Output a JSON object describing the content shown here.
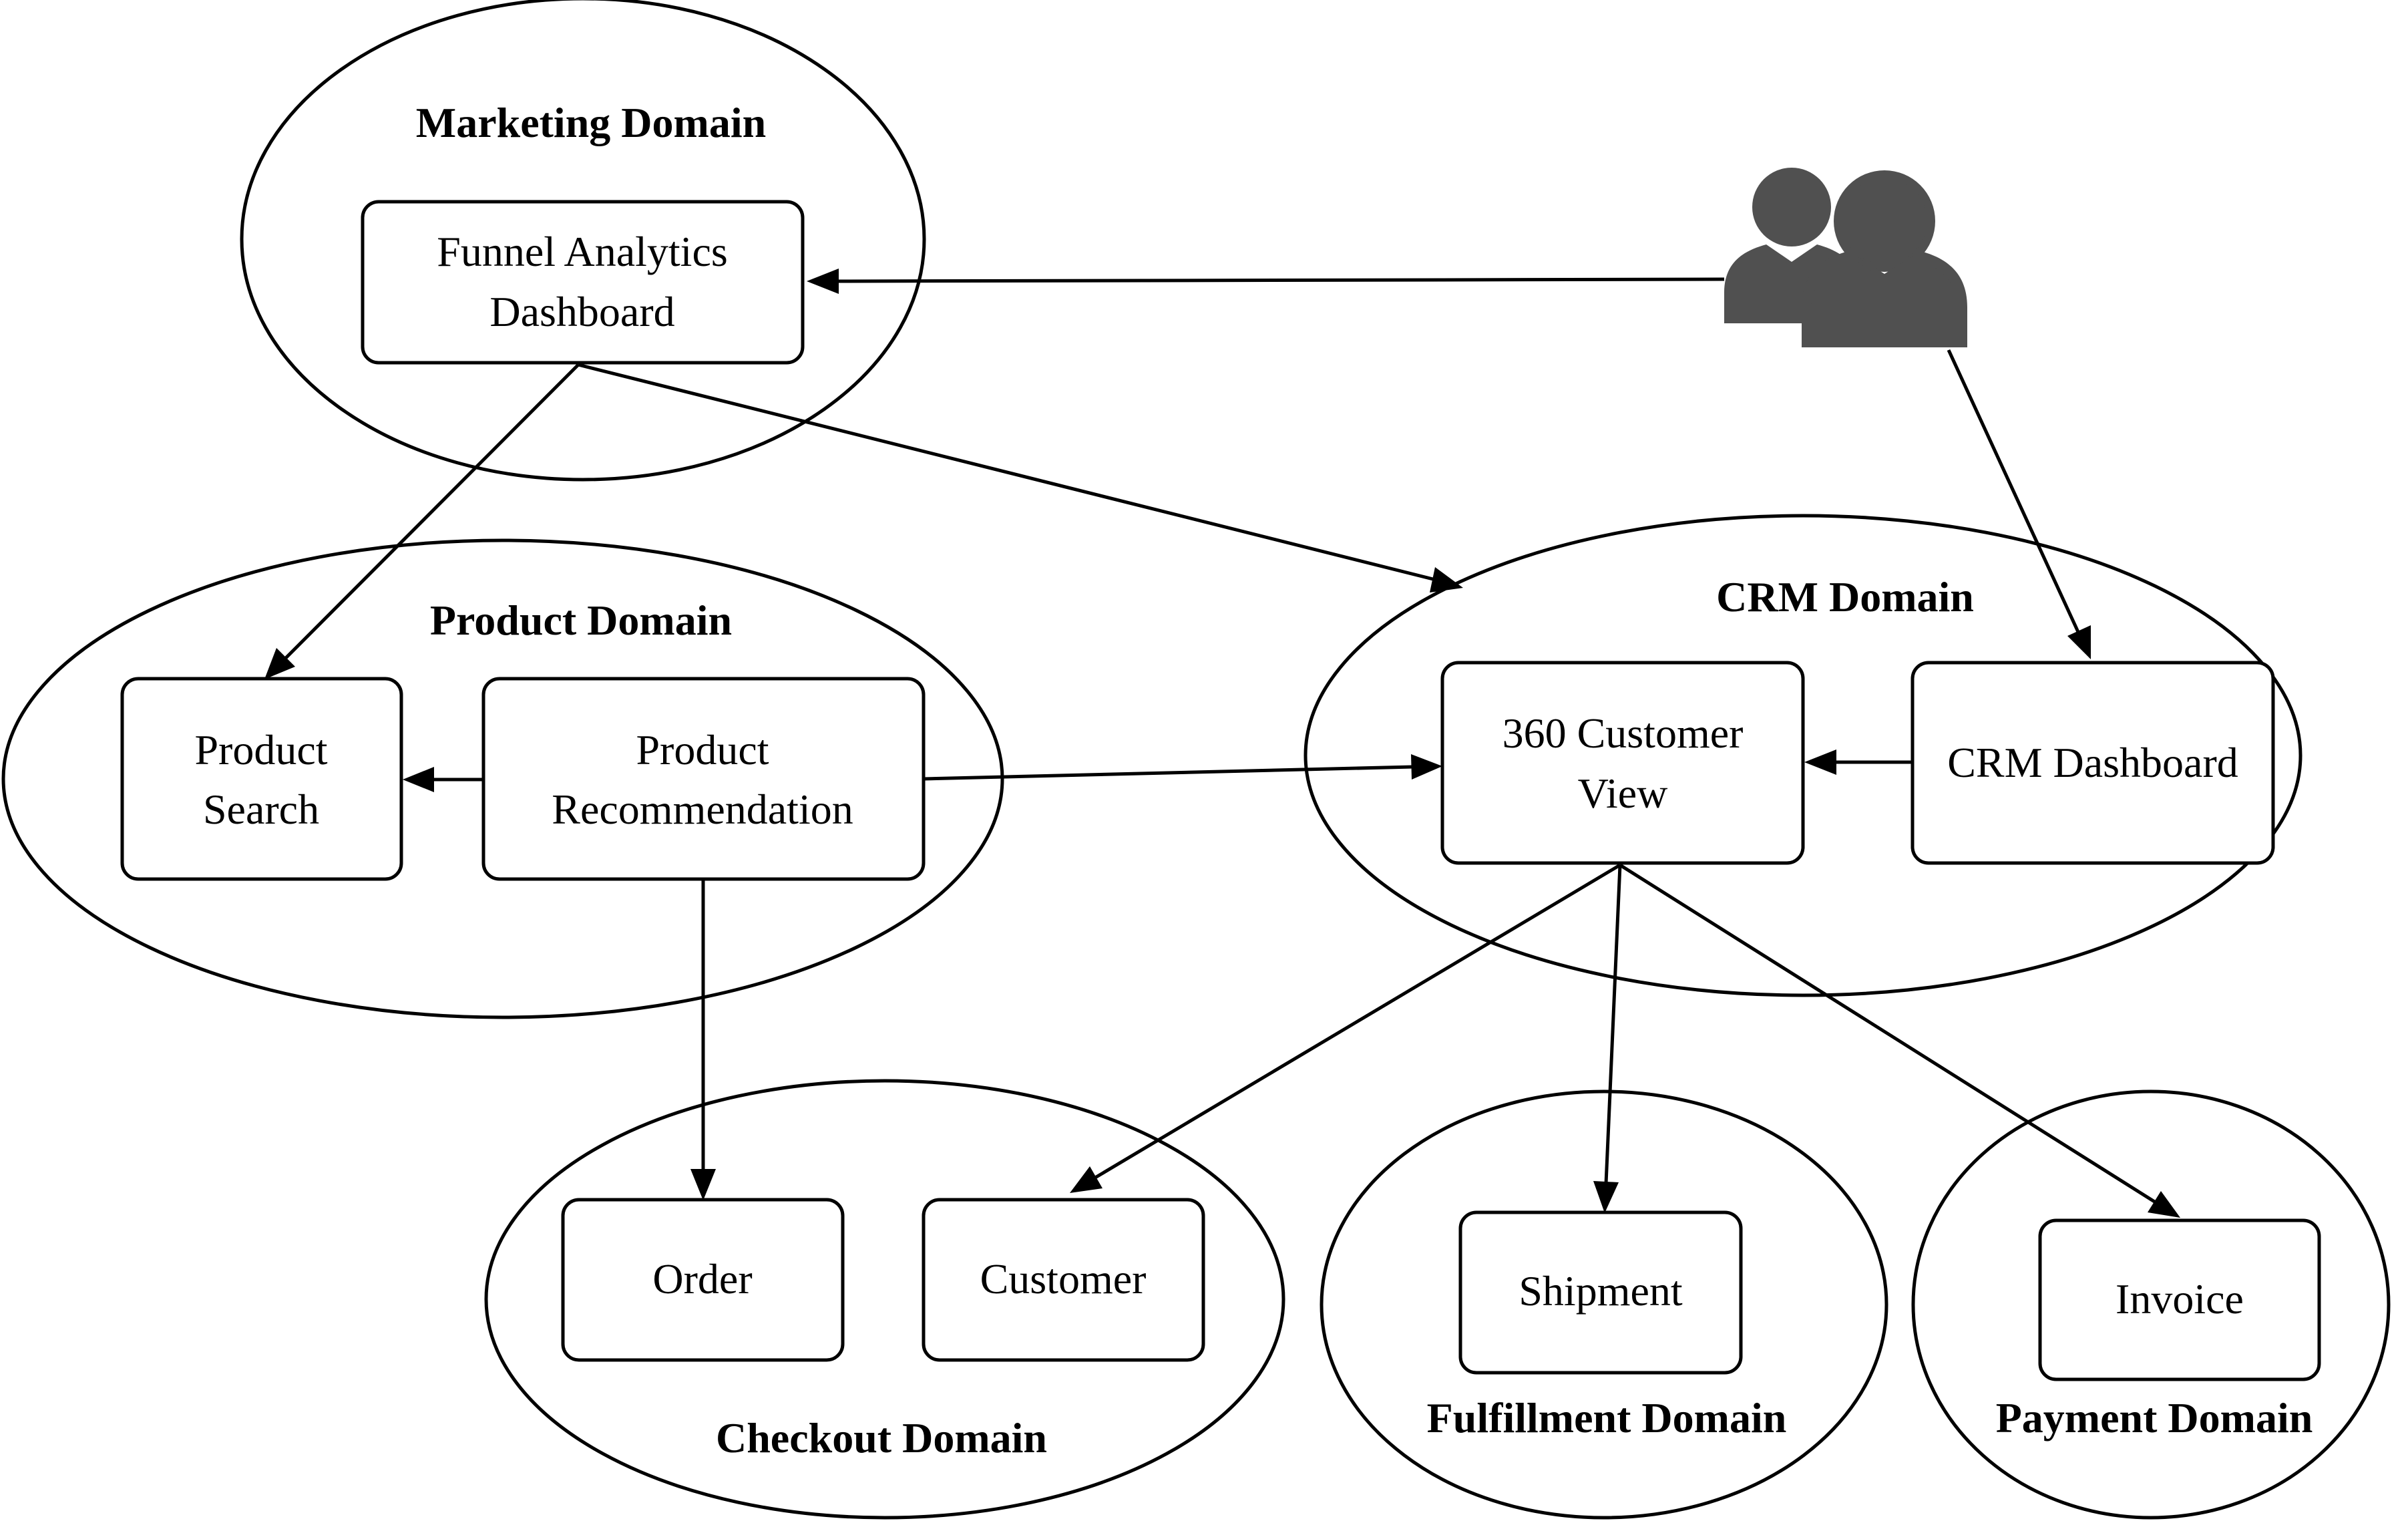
{
  "domains": {
    "marketing": {
      "title": "Marketing Domain"
    },
    "product": {
      "title": "Product Domain"
    },
    "crm": {
      "title": "CRM Domain"
    },
    "checkout": {
      "title": "Checkout Domain"
    },
    "fulfillment": {
      "title": "Fulfillment Domain"
    },
    "payment": {
      "title": "Payment Domain"
    }
  },
  "nodes": {
    "funnel_analytics_dashboard": {
      "lines": [
        "Funnel Analytics",
        "Dashboard"
      ]
    },
    "product_search": {
      "lines": [
        "Product",
        "Search"
      ]
    },
    "product_recommendation": {
      "lines": [
        "Product",
        "Recommendation"
      ]
    },
    "customer_360_view": {
      "lines": [
        "360 Customer",
        "View"
      ]
    },
    "crm_dashboard": {
      "lines": [
        "CRM Dashboard"
      ]
    },
    "order": {
      "lines": [
        "Order"
      ]
    },
    "customer": {
      "lines": [
        "Customer"
      ]
    },
    "shipment": {
      "lines": [
        "Shipment"
      ]
    },
    "invoice": {
      "lines": [
        "Invoice"
      ]
    }
  },
  "actor": {
    "icon": "users-icon",
    "color": "#505050"
  },
  "edges": [
    {
      "from": "users",
      "to": "funnel_analytics_dashboard"
    },
    {
      "from": "users",
      "to": "crm_dashboard"
    },
    {
      "from": "funnel_analytics_dashboard",
      "to": "product_search"
    },
    {
      "from": "funnel_analytics_dashboard",
      "to": "crm_domain"
    },
    {
      "from": "product_recommendation",
      "to": "product_search"
    },
    {
      "from": "product_recommendation",
      "to": "customer_360_view"
    },
    {
      "from": "product_recommendation",
      "to": "order"
    },
    {
      "from": "crm_dashboard",
      "to": "customer_360_view"
    },
    {
      "from": "customer_360_view",
      "to": "customer"
    },
    {
      "from": "customer_360_view",
      "to": "shipment"
    },
    {
      "from": "customer_360_view",
      "to": "invoice"
    }
  ]
}
